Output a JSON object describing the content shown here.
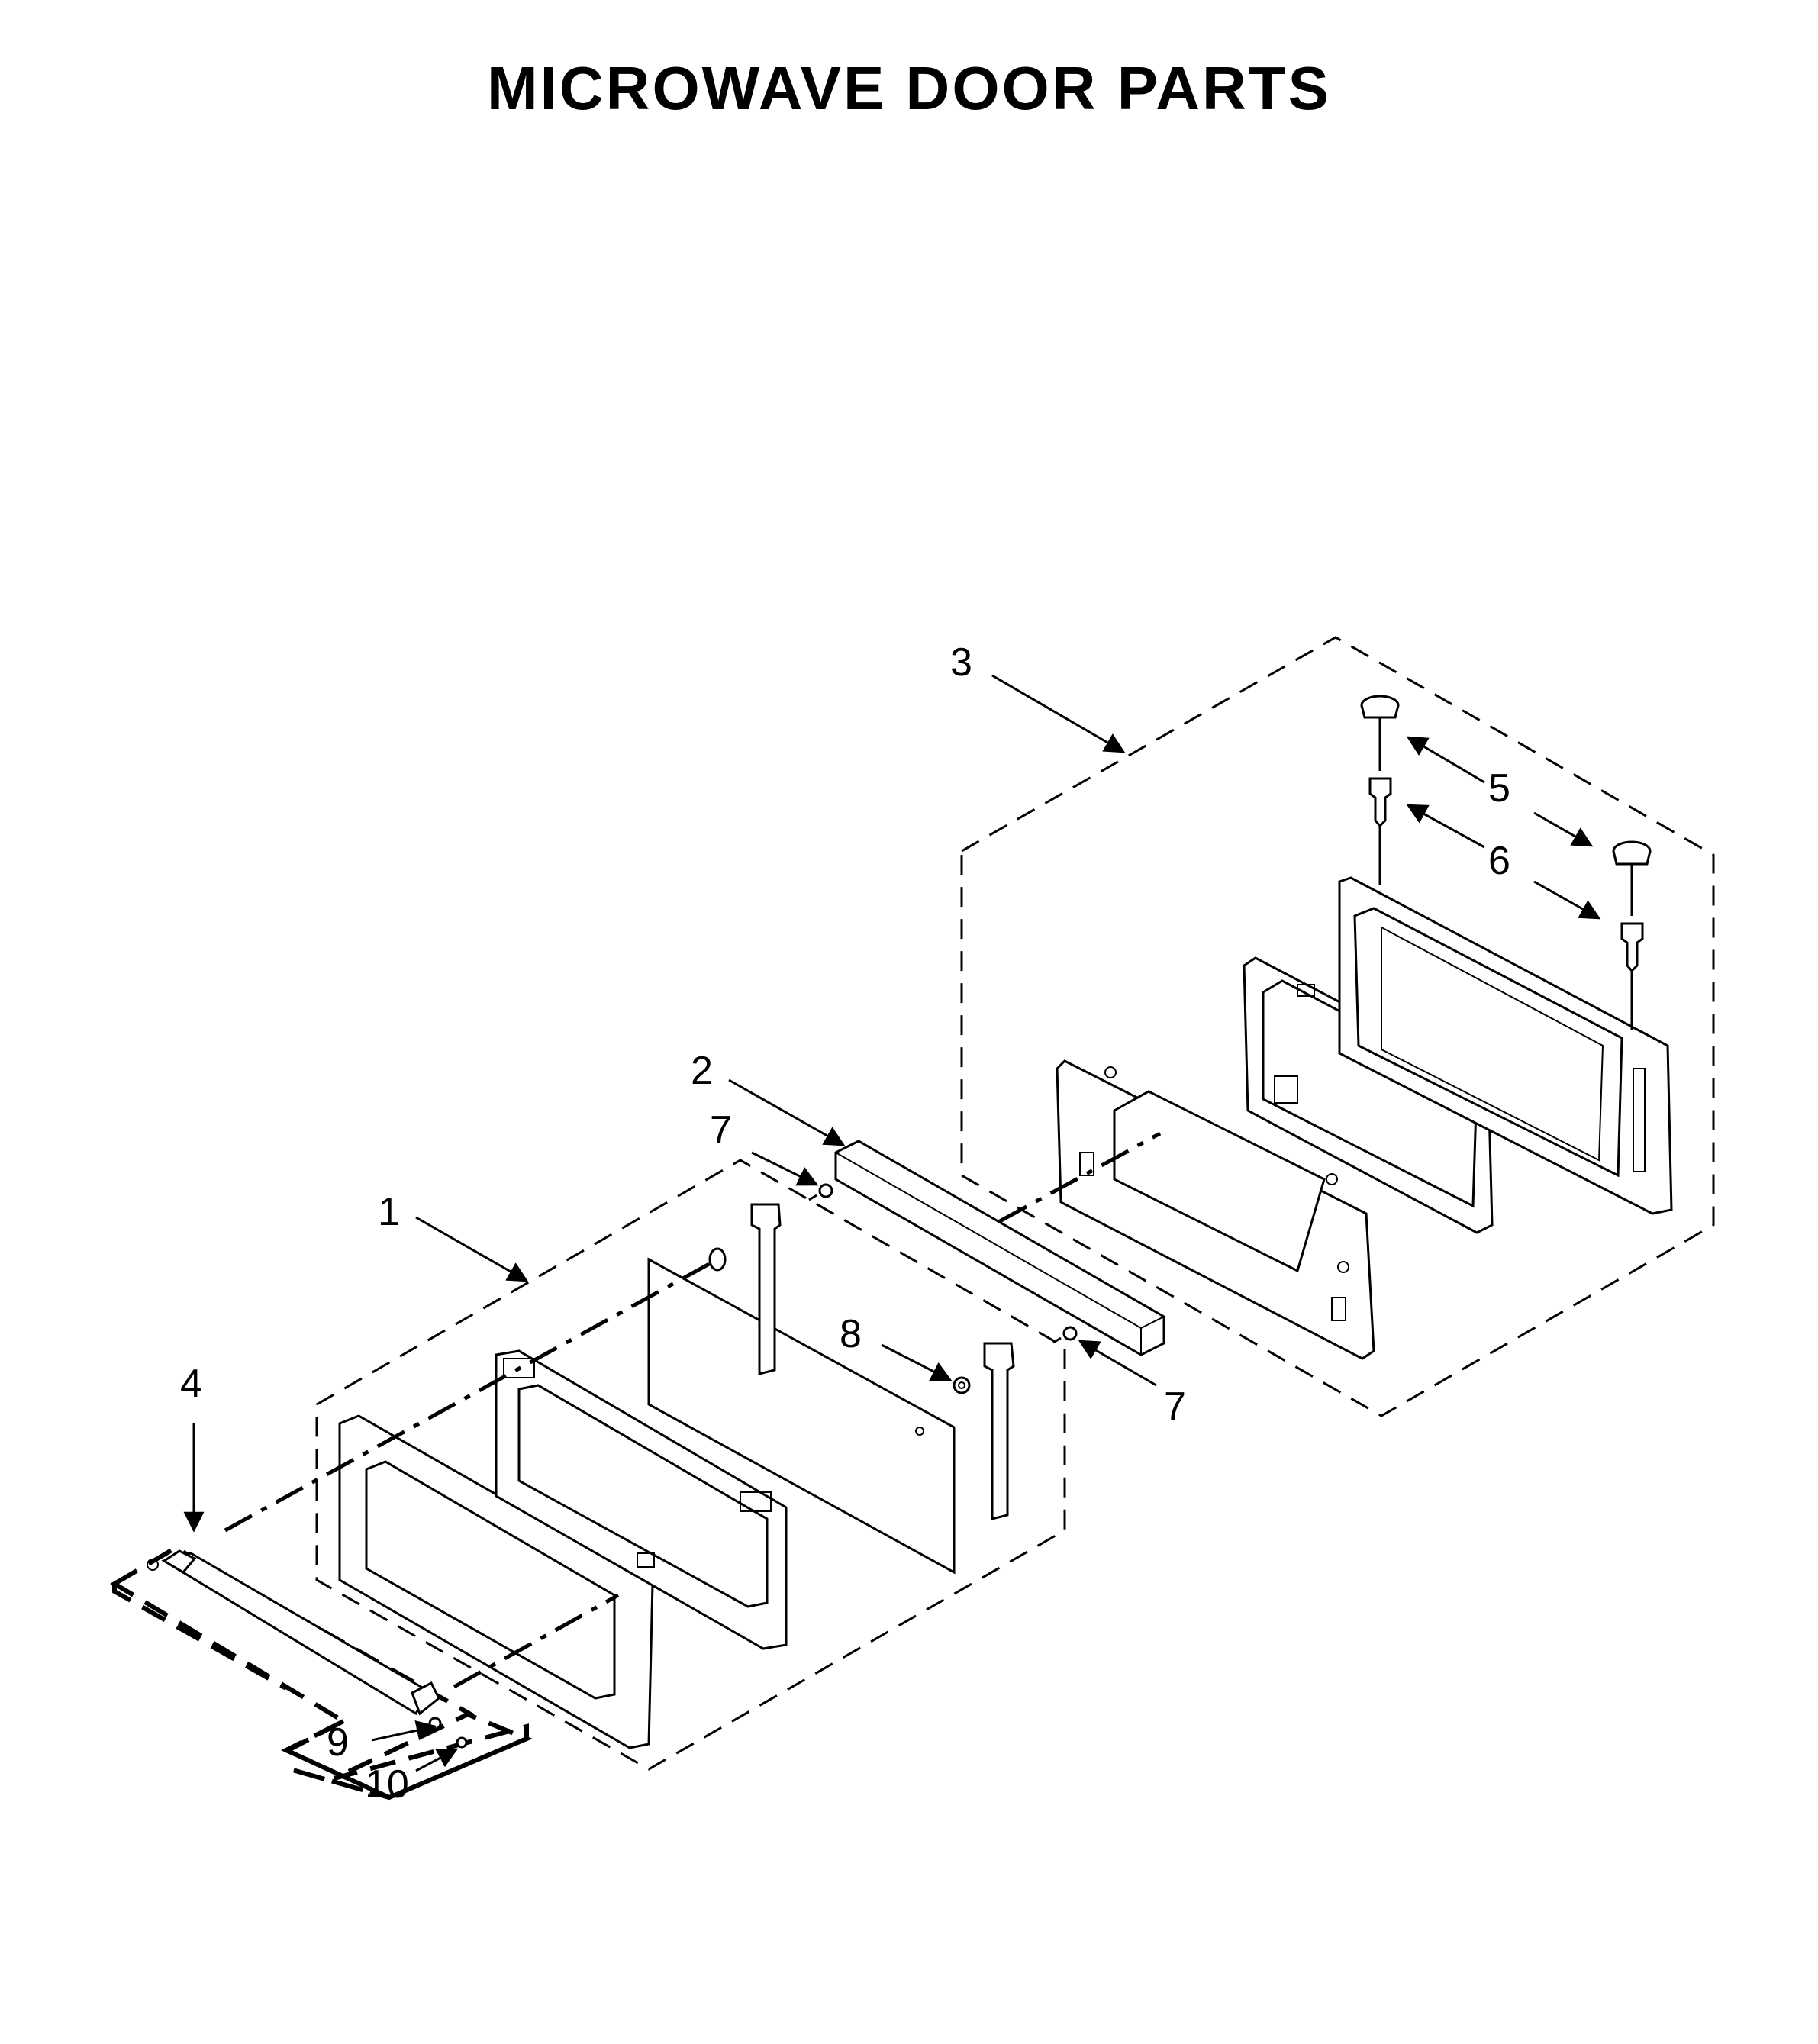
{
  "title": "MICROWAVE DOOR PARTS",
  "callouts": {
    "c1": "1",
    "c2": "2",
    "c3": "3",
    "c4": "4",
    "c5": "5",
    "c6": "6",
    "c7a": "7",
    "c7b": "7",
    "c8": "8",
    "c9": "9",
    "c10": "10"
  }
}
